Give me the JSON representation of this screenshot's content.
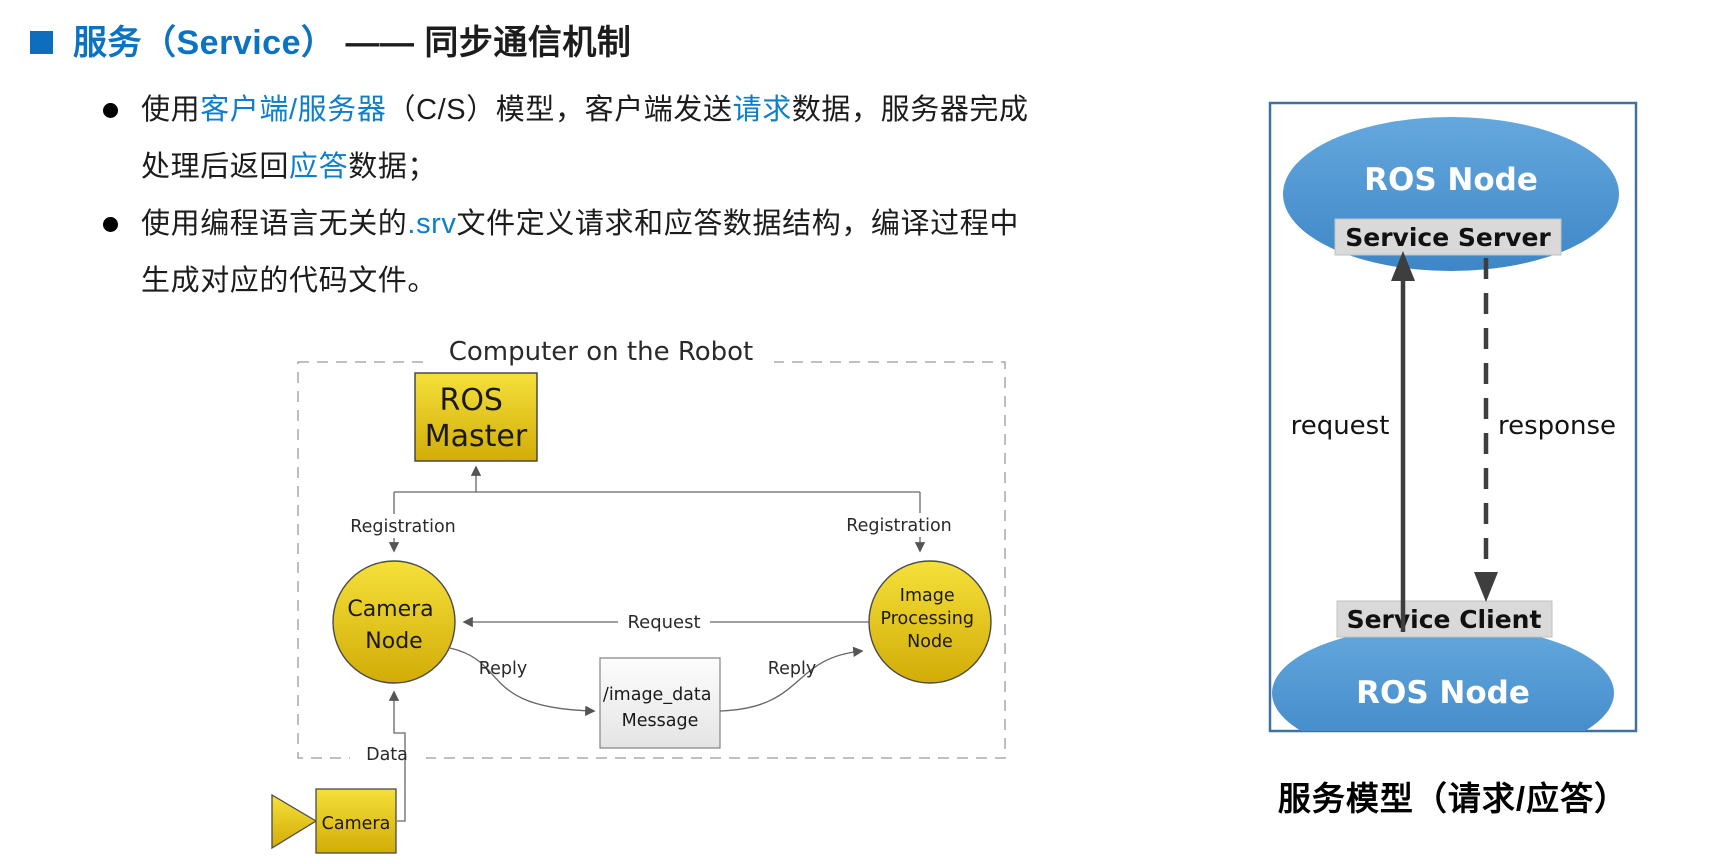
{
  "slide": {
    "title": {
      "segments": [
        {
          "text": "服务（Service）",
          "color": "#0c72c2"
        },
        {
          "text": " —— 同步通信机制",
          "color": "#1c1c1c"
        }
      ]
    },
    "bullets": [
      {
        "lines": [
          [
            {
              "text": "使用",
              "color": "#1c1c1c"
            },
            {
              "text": "客户端/服务器",
              "color": "#0d7ecb"
            },
            {
              "text": "（C/S）模型，客户端发送",
              "color": "#1c1c1c"
            },
            {
              "text": "请求",
              "color": "#0d7ecb"
            },
            {
              "text": "数据，服务器完成",
              "color": "#1c1c1c"
            }
          ],
          [
            {
              "text": "处理后返回",
              "color": "#1c1c1c"
            },
            {
              "text": "应答",
              "color": "#0d7ecb"
            },
            {
              "text": "数据；",
              "color": "#1c1c1c"
            }
          ]
        ]
      },
      {
        "lines": [
          [
            {
              "text": "使用编程语言无关的",
              "color": "#1c1c1c"
            },
            {
              "text": ".srv",
              "color": "#0d7ecb"
            },
            {
              "text": "文件定义请求和应答数据结构，编译过程中",
              "color": "#1c1c1c"
            }
          ],
          [
            {
              "text": "生成对应的代码文件。",
              "color": "#1c1c1c"
            }
          ]
        ]
      }
    ]
  },
  "center_diagram": {
    "title": "Computer on the Robot",
    "ros_master_lines": [
      "ROS",
      "Master"
    ],
    "camera_node_lines": [
      "Camera",
      "Node"
    ],
    "image_node_lines": [
      "Image",
      "Processing",
      "Node"
    ],
    "message_box_lines": [
      "/image_data",
      "Message"
    ],
    "registration_left": "Registration",
    "registration_right": "Registration",
    "request": "Request",
    "reply_left": "Reply",
    "reply_right": "Reply",
    "data": "Data",
    "camera_box": "Camera"
  },
  "right_diagram": {
    "node_top": "ROS Node",
    "service_server": "Service Server",
    "request": "request",
    "response": "response",
    "service_client": "Service Client",
    "node_bottom": "ROS Node",
    "caption": "服务模型（请求/应答）"
  },
  "colors": {
    "title_blue": "#0c72c2",
    "accent_blue_text": "#0d7ecb",
    "node_yellow": "#e8c714",
    "ellipse_blue": "#4b94d4",
    "panel_border": "#41719c",
    "service_box_gray": "#d9d9d9"
  }
}
